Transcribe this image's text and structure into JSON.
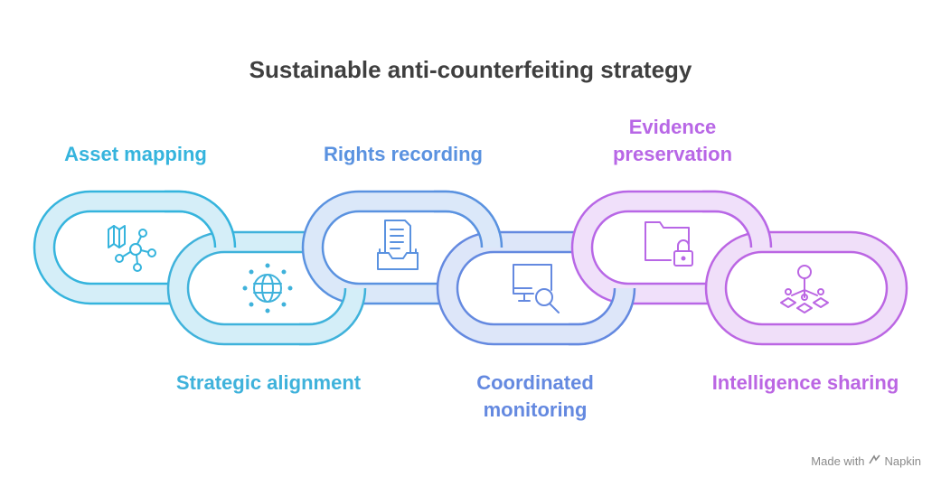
{
  "title": "Sustainable anti-counterfeiting strategy",
  "steps": [
    {
      "label": "Asset mapping",
      "icon": "map-network-icon",
      "color": "#35b4dd",
      "fill": "#d5eef8"
    },
    {
      "label": "Strategic alignment",
      "icon": "globe-icon",
      "color": "#3fb2db",
      "fill": "#d4eef8"
    },
    {
      "label": "Rights recording",
      "icon": "document-tray-icon",
      "color": "#5a92e0",
      "fill": "#dbe8f9"
    },
    {
      "label": "Coordinated monitoring",
      "icon": "monitor-search-icon",
      "color": "#6489e0",
      "fill": "#dde6f9"
    },
    {
      "label": "Evidence preservation",
      "icon": "folder-lock-icon",
      "color": "#b867e6",
      "fill": "#f0e0fa"
    },
    {
      "label": "Intelligence sharing",
      "icon": "people-network-icon",
      "color": "#bb66e3",
      "fill": "#f0dff9"
    }
  ],
  "footer": {
    "made_with": "Made with",
    "brand": "Napkin"
  }
}
